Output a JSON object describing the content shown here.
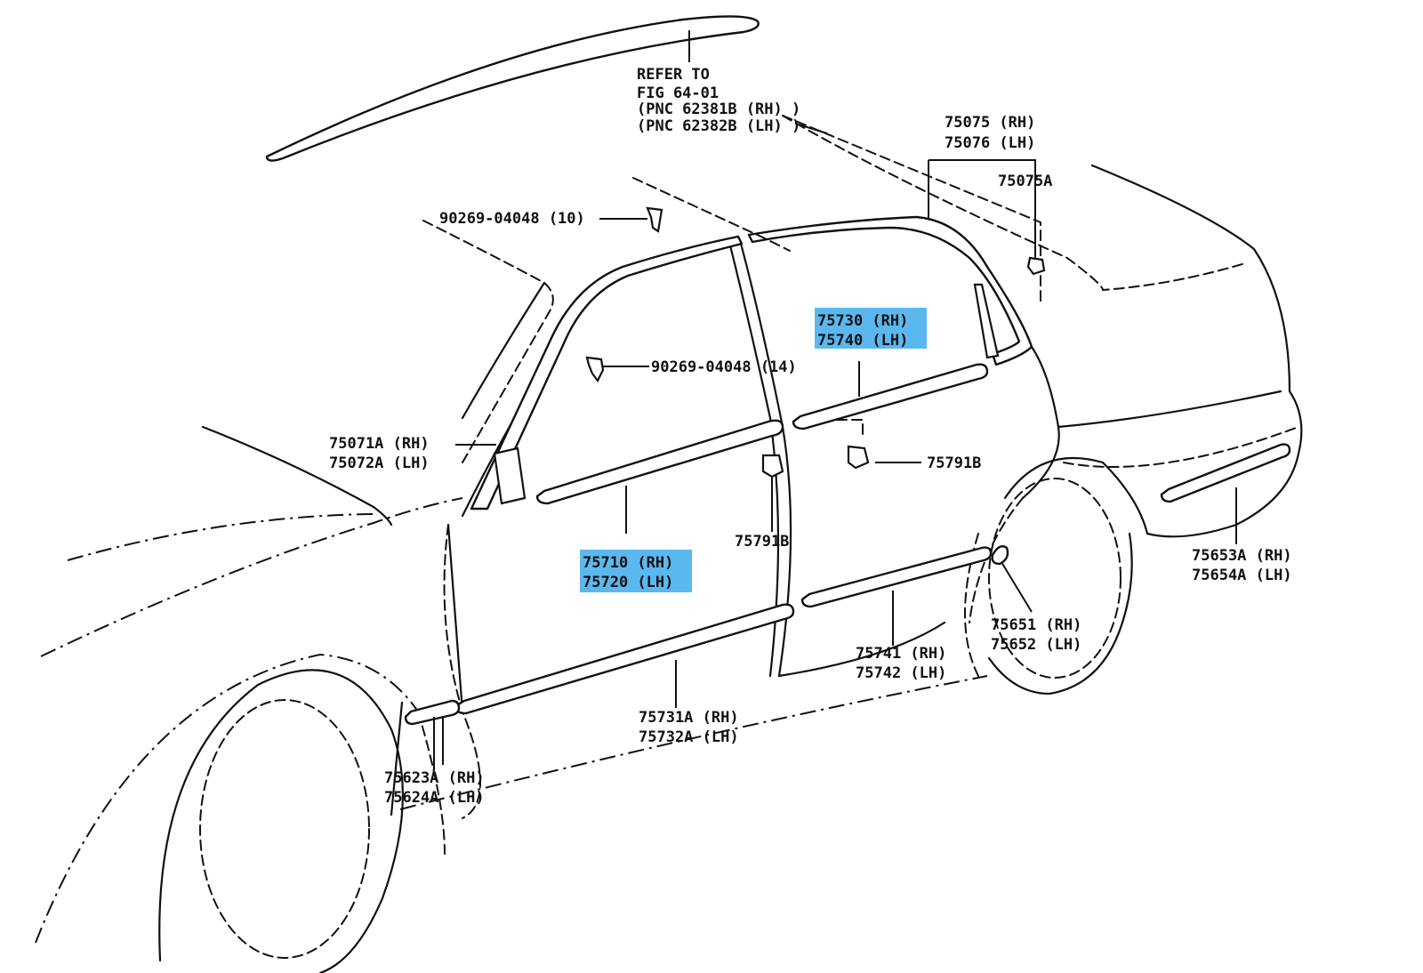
{
  "colors": {
    "highlight": "#5bb8ef",
    "line": "#111111",
    "background": "#ffffff"
  },
  "labels": {
    "refer_l1": "REFER TO",
    "refer_l2": "FIG 64-01",
    "refer_l3": "(PNC 62381B (RH) )",
    "refer_l4": "(PNC 62382B (LH) )",
    "p75075": "75075 (RH)",
    "p75076": "75076 (LH)",
    "p75075a": "75075A",
    "screw_top": "90269-04048 (10)",
    "screw_mid": "90269-04048 (14)",
    "p75730": "75730 (RH)",
    "p75740": "75740 (LH)",
    "p75071a": "75071A (RH)",
    "p75072a": "75072A (LH)",
    "p75791b_right": "75791B",
    "p75791b_center": "75791B",
    "p75710": "75710 (RH)",
    "p75720": "75720 (LH)",
    "p75653a": "75653A (RH)",
    "p75654a": "75654A (LH)",
    "p75651": "75651 (RH)",
    "p75652": "75652 (LH)",
    "p75741": "75741 (RH)",
    "p75742": "75742 (LH)",
    "p75731a": "75731A (RH)",
    "p75732a": "75732A (LH)",
    "p75623a": "75623A (RH)",
    "p75624a": "75624A (LH)"
  }
}
